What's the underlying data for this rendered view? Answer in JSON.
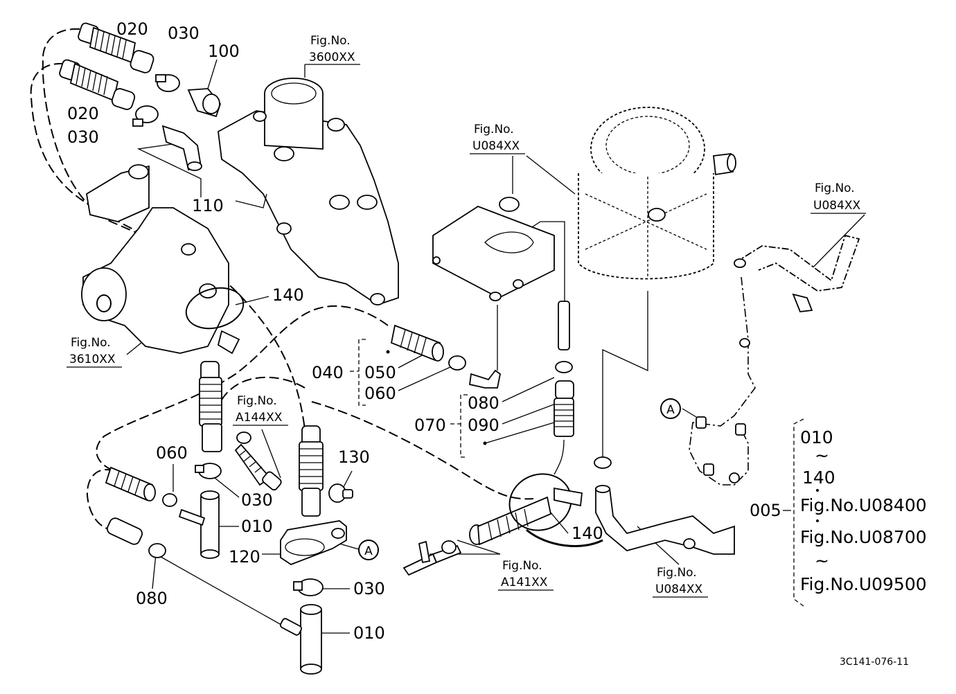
{
  "callouts": {
    "c020a": "020",
    "c030a": "030",
    "c100": "100",
    "c020b": "020",
    "c030b": "030",
    "c110": "110",
    "c140a": "140",
    "c040": "040",
    "c050": "050",
    "c060a": "060",
    "c070": "070",
    "c080a": "080",
    "c090": "090",
    "c060b": "060",
    "c030c": "030",
    "c010a": "010",
    "c130": "130",
    "c120": "120",
    "c030d": "030",
    "c010b": "010",
    "c080b": "080",
    "c140b": "140",
    "c005": "005"
  },
  "figrefs": {
    "f3600": {
      "label": "Fig.No.",
      "code": "3600XX"
    },
    "fU084a": {
      "label": "Fig.No.",
      "code": "U084XX"
    },
    "fU084b": {
      "label": "Fig.No.",
      "code": "U084XX"
    },
    "f3610": {
      "label": "Fig.No.",
      "code": "3610XX"
    },
    "fA144": {
      "label": "Fig.No.",
      "code": "A144XX"
    },
    "fA141": {
      "label": "Fig.No.",
      "code": "A141XX"
    },
    "fU084c": {
      "label": "Fig.No.",
      "code": "U084XX"
    }
  },
  "markers": {
    "a1": "A",
    "a2": "A"
  },
  "legend": {
    "range_start": "010",
    "range_end": "140",
    "fig1": "Fig.No.U08400",
    "fig2": "Fig.No.U08700",
    "fig3": "Fig.No.U09500"
  },
  "diagram_code": "3C141-076-11"
}
